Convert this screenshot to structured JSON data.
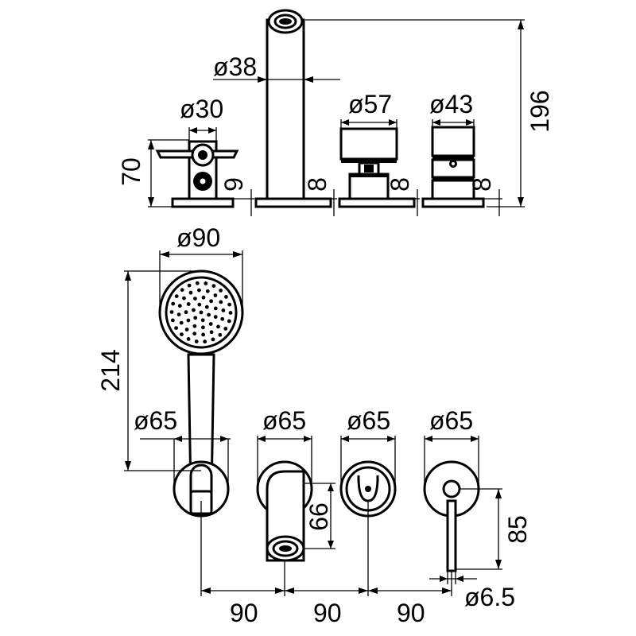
{
  "dimensions": {
    "side": {
      "height_total": "196",
      "height_base": "70",
      "spout_diameter": "ø38",
      "diverter_diameter": "ø30",
      "handle_large_diameter": "ø57",
      "handle_small_diameter": "ø43",
      "base_thickness_1": "9",
      "base_thickness_2": "8",
      "base_thickness_3": "8",
      "base_thickness_4": "8"
    },
    "plan": {
      "shower_head_diameter": "ø90",
      "shower_length": "214",
      "rosette_1": "ø65",
      "rosette_2": "ø65",
      "rosette_3": "ø65",
      "rosette_4": "ø65",
      "spout_reach": "66",
      "lever_length": "85",
      "lever_diameter": "ø6.5",
      "spacing_1": "90",
      "spacing_2": "90",
      "spacing_3": "90"
    }
  }
}
